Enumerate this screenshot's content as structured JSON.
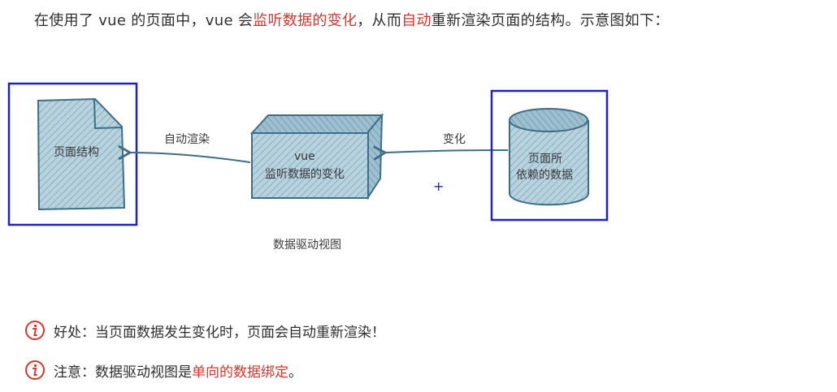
{
  "intro": {
    "part1": "在使用了 vue 的页面中，vue 会",
    "highlight1": "监听数据的变化",
    "part2": "，从而",
    "highlight2": "自动",
    "part3": "重新渲染页面的结构。示意图如下："
  },
  "diagram": {
    "page_structure_label": "页面结构",
    "auto_render_label": "自动渲染",
    "vue_label": "vue",
    "vue_sub_label": "监听数据的变化",
    "change_label": "变化",
    "data_label_line1": "页面所",
    "data_label_line2": "依赖的数据",
    "caption": "数据驱动视图",
    "plus_mark": "+"
  },
  "notes": [
    {
      "prefix": "好处：当页面数据发生变化时，页面会自动重新渲染！",
      "highlight": "",
      "suffix": ""
    },
    {
      "prefix": "注意：数据驱动视图是",
      "highlight": "单向的数据绑定",
      "suffix": "。"
    }
  ],
  "colors": {
    "highlight": "#d8352a",
    "selection_border": "#1c22c8",
    "sketch_fill": "#a9c7d6",
    "sketch_stroke": "#3d6e86",
    "note_icon": "#d8352a"
  }
}
